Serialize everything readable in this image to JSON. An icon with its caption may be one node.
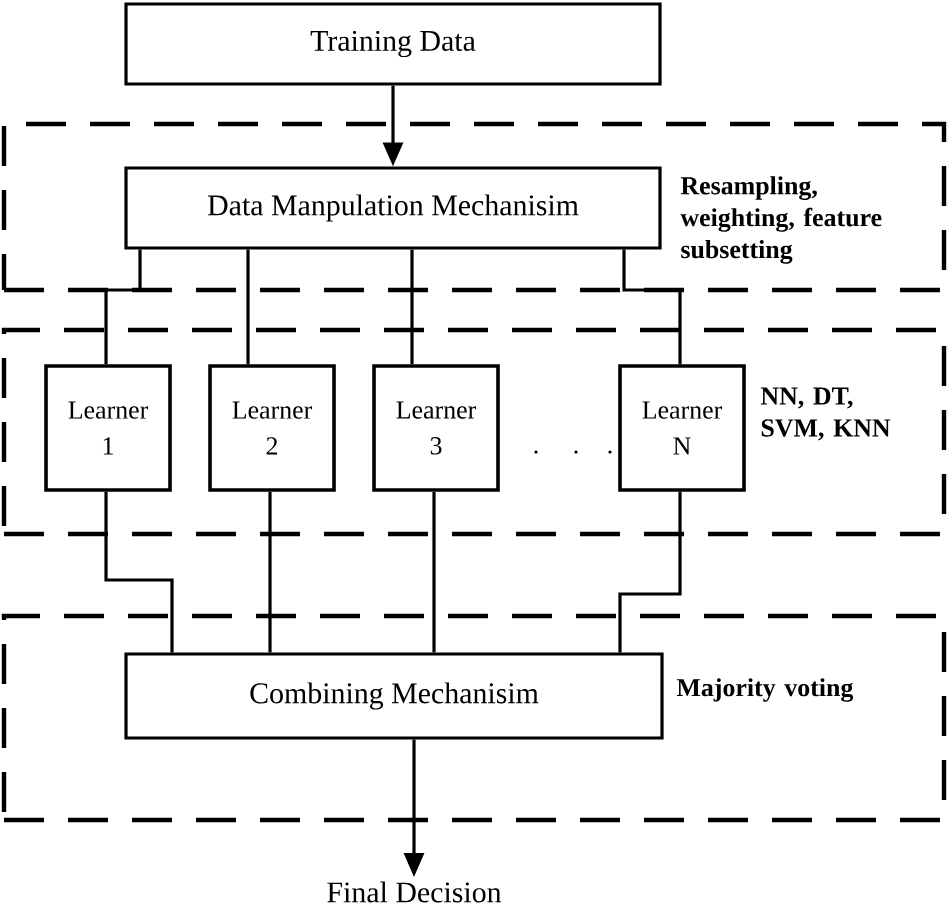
{
  "diagram": {
    "nodes": [
      {
        "text": [
          "Training Data"
        ]
      },
      {
        "text": [
          "Resampling, weighting, feature subsetting"
        ]
      },
      {
        "text": [
          "Data Manpulation Mechanisim"
        ],
        "in": 1
      },
      {
        "text": [
          "NN, DT, SVM, KNN"
        ]
      },
      {
        "text": [
          "Learner 1"
        ],
        "in": 3
      },
      {
        "text": [
          "Learner 2"
        ],
        "in": 3
      },
      {
        "text": [
          "Learner 3"
        ],
        "in": 3
      },
      {
        "text": [
          "Learner N"
        ],
        "in": 3
      },
      {
        "text": [
          "Majority voting"
        ]
      },
      {
        "text": [
          "Combining Mechanisim"
        ],
        "in": 8
      },
      {
        "text": [
          "Final Decision"
        ]
      }
    ],
    "edges": [
      {
        "from": 0,
        "to": 2,
        "arrow": "to"
      },
      {
        "from": 2,
        "to": 4,
        "arrow": "none"
      },
      {
        "from": 2,
        "to": 5,
        "arrow": "none"
      },
      {
        "from": 2,
        "to": 6,
        "arrow": "none"
      },
      {
        "from": 2,
        "to": 7,
        "arrow": "none"
      },
      {
        "from": 4,
        "to": 9,
        "arrow": "none"
      },
      {
        "from": 5,
        "to": 9,
        "arrow": "none"
      },
      {
        "from": 6,
        "to": 9,
        "arrow": "none"
      },
      {
        "from": 7,
        "to": 9,
        "arrow": "none"
      },
      {
        "from": 9,
        "to": 10,
        "arrow": "to"
      }
    ]
  }
}
